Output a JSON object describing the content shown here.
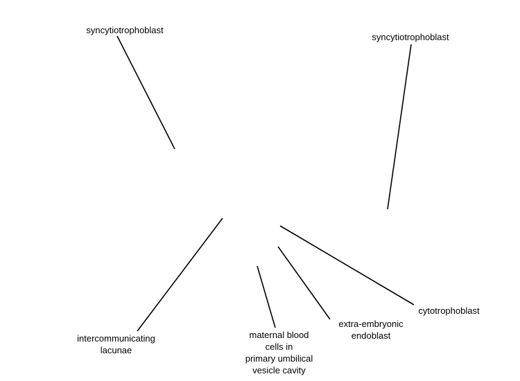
{
  "labels": {
    "syncytiotrophoblast_left": "syncytiotrophoblast",
    "syncytiotrophoblast_right": "syncytiotrophoblast",
    "cytotrophoblast": "cytotrophoblast",
    "extra_embryonic_endoblast": [
      "extra-embryonic",
      "endoblast"
    ],
    "maternal_blood_cells": [
      "maternal blood",
      "cells in",
      "primary umbilical",
      "vesicle cavity"
    ],
    "intercommunicating_lacunae": [
      "intercommunicating",
      "lacunae"
    ]
  },
  "colors": {
    "background": "#ffffff",
    "line": "#000000",
    "text": "#000000"
  }
}
